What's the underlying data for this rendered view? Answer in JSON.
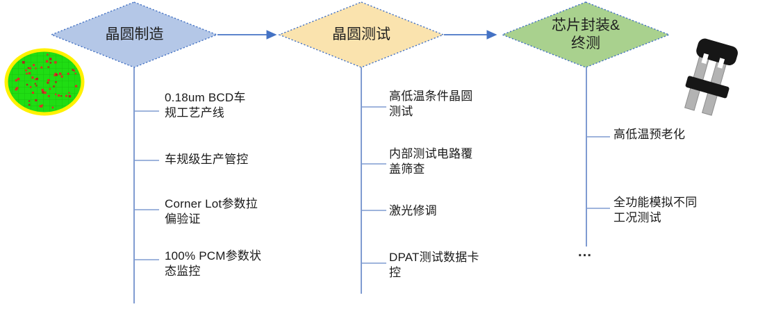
{
  "diagram": {
    "stages": [
      {
        "label": "晶圆制造",
        "fill": "#B4C7E7"
      },
      {
        "label": "晶圆测试",
        "fill": "#FAE3AE"
      },
      {
        "label": "芯片封装&\n终测",
        "fill": "#A9D18E"
      }
    ],
    "columns": [
      {
        "items": [
          "0.18um BCD车\n规工艺产线",
          "车规级生产管控",
          "Corner Lot参数拉\n偏验证",
          "100% PCM参数状\n态监控"
        ]
      },
      {
        "items": [
          "高低温条件晶圆\n测试",
          "内部测试电路覆\n盖筛查",
          "激光修调",
          "DPAT测试数据卡\n控"
        ]
      },
      {
        "items": [
          "高低温预老化",
          "全功能模拟不同\n工况测试"
        ],
        "more": "…"
      }
    ],
    "icons": {
      "wafer": "wafer-map-icon",
      "package": "transistor-package-icon"
    },
    "colors": {
      "connector": "#4472C4",
      "branch": "#7F9BD1",
      "diamond_border": "#4472C4",
      "text": "#1A1A1A",
      "wafer_fill": "#1FDD13",
      "wafer_ring": "#FFF100",
      "wafer_die_dot": "#D93025"
    }
  }
}
